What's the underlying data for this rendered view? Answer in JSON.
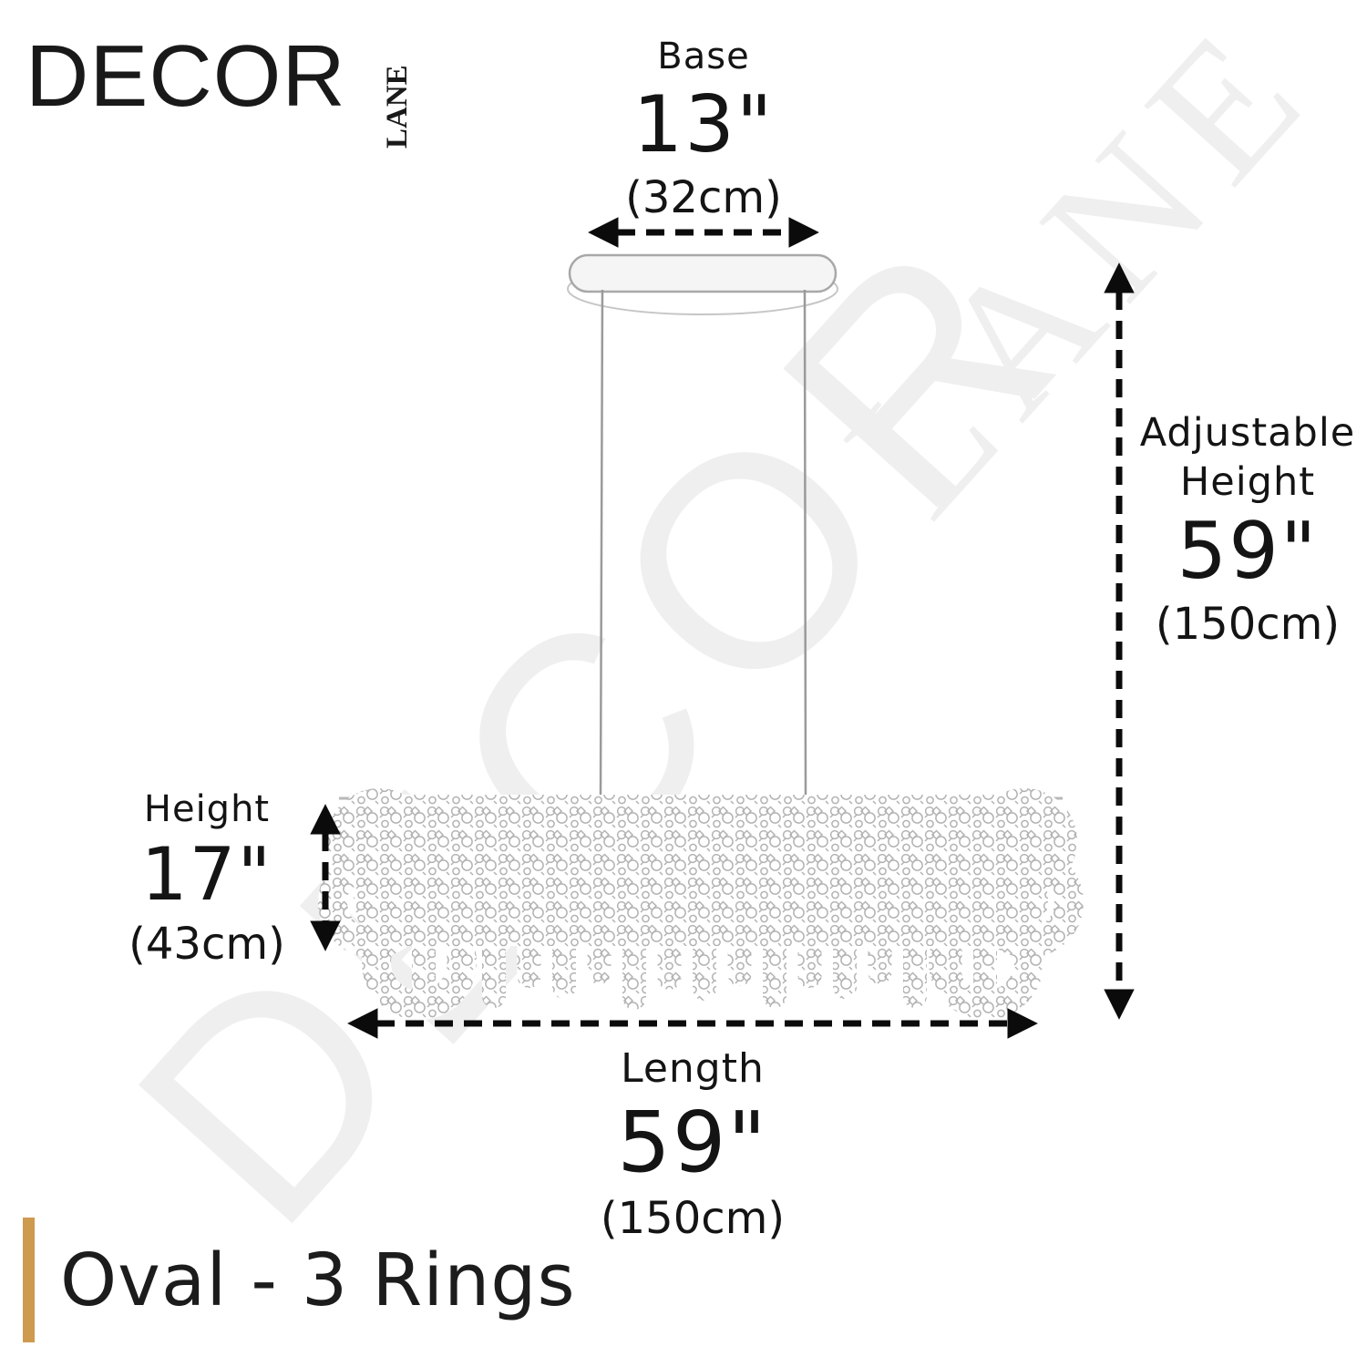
{
  "brand": {
    "name": "DECOR",
    "sub": "LANE"
  },
  "watermark": {
    "word_main": "DECOR",
    "word_sub": "LANE"
  },
  "dimensions": {
    "base": {
      "label": "Base",
      "inches": "13\"",
      "cm": "(32cm)"
    },
    "adjustable_height": {
      "label_line1": "Adjustable",
      "label_line2": "Height",
      "inches": "59\"",
      "cm": "(150cm)"
    },
    "height": {
      "label": "Height",
      "inches": "17\"",
      "cm": "(43cm)"
    },
    "length": {
      "label": "Length",
      "inches": "59\"",
      "cm": "(150cm)"
    }
  },
  "product": {
    "title": "Oval - 3 Rings"
  },
  "colors": {
    "accent_gold": "#CE9A4E",
    "text": "#141414",
    "watermark_gray": "#efefef",
    "arrow_black": "#0b0b0b",
    "sketch_gray": "#b3b3b3"
  }
}
